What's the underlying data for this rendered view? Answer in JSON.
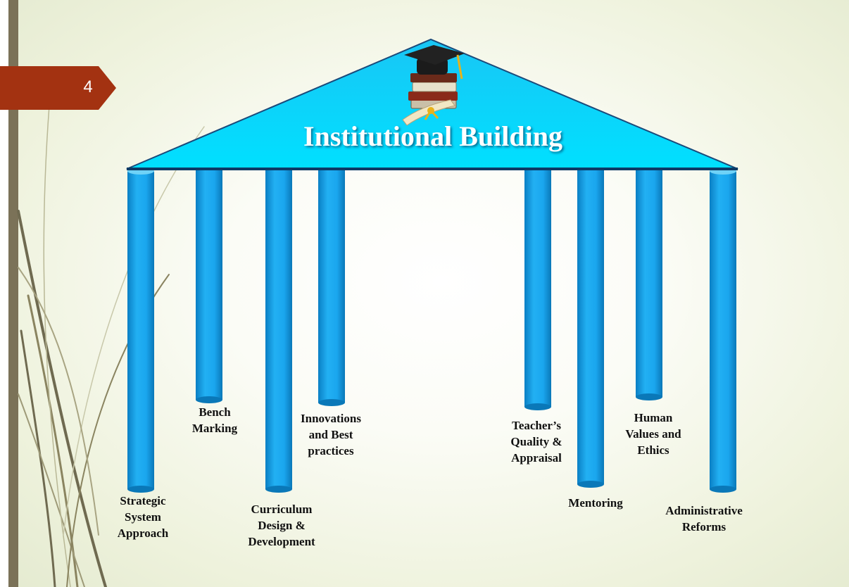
{
  "slide": {
    "number": "4",
    "title": "Institutional Building"
  },
  "pillars": [
    {
      "label": "Strategic\nSystem\nApproach"
    },
    {
      "label": "Bench\nMarking"
    },
    {
      "label": "Curriculum\nDesign &\nDevelopment"
    },
    {
      "label": "Innovations\nand Best\npractices"
    },
    {
      "label": "Teacher’s\nQuality &\nAppraisal"
    },
    {
      "label": "Mentoring"
    },
    {
      "label": "Human\nValues and\nEthics"
    },
    {
      "label": "Administrative\nReforms"
    }
  ],
  "colors": {
    "roof": "#00d4ff",
    "pillar": "#1aa6ee",
    "tab": "#a33211",
    "sidebar": "#7b7258"
  },
  "icons": [
    "graduation-cap-books-diploma-icon"
  ]
}
